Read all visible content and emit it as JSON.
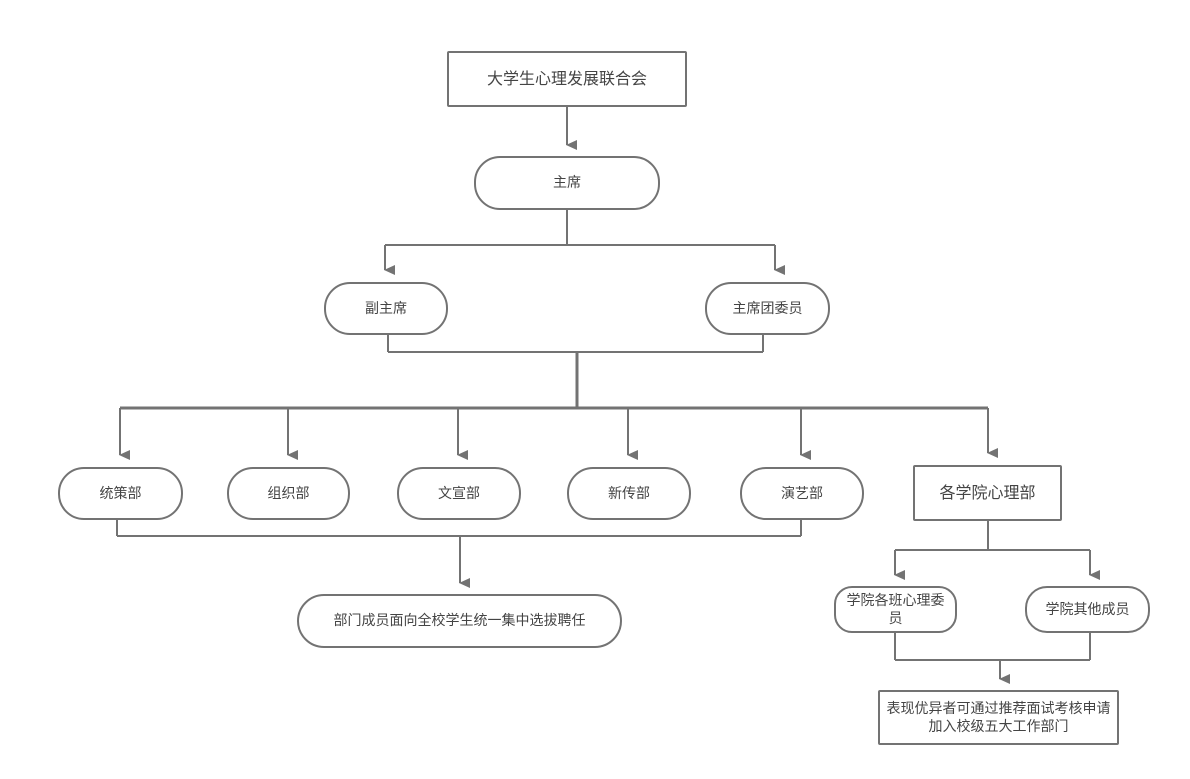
{
  "diagram": {
    "nodes": {
      "root": "大学生心理发展联合会",
      "chairman": "主席",
      "vice_chairman": "副主席",
      "committee": "主席团委员",
      "dept_tongce": "统策部",
      "dept_zuzhi": "组织部",
      "dept_wenxuan": "文宣部",
      "dept_xinchuan": "新传部",
      "dept_yanyi": "演艺部",
      "college_psych": "各学院心理部",
      "recruit_note": "部门成员面向全校学生统一集中选拔聘任",
      "class_committee": "学院各班心理委员",
      "other_members": "学院其他成员",
      "promotion_note": "表现优异者可通过推荐面试考核申请加入校级五大工作部门"
    },
    "colors": {
      "stroke": "#737373",
      "text": "#444444",
      "background": "#ffffff"
    }
  }
}
